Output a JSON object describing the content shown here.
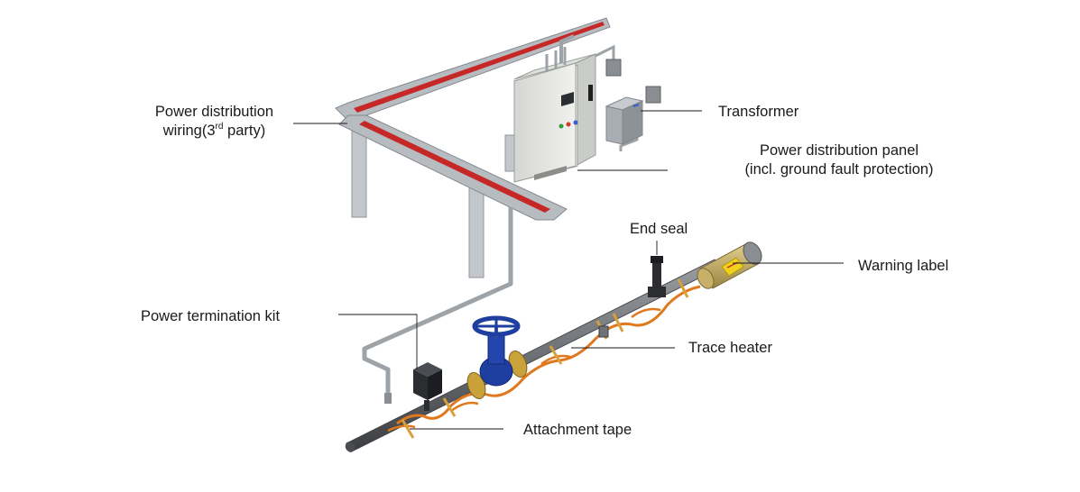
{
  "labels": {
    "power_distribution_wiring_line1": "Power distribution",
    "power_distribution_wiring_line2_pre": "wiring(3",
    "power_distribution_wiring_sup": "rd",
    "power_distribution_wiring_line2_post": " party)",
    "transformer": "Transformer",
    "power_distribution_panel_line1": "Power distribution panel",
    "power_distribution_panel_line2": "(incl. ground fault protection)",
    "end_seal": "End seal",
    "warning_label": "Warning label",
    "power_termination_kit": "Power termination kit",
    "trace_heater": "Trace heater",
    "attachment_tape": "Attachment tape"
  },
  "colors": {
    "tray": "#b7bcc1",
    "cable": "#c62828",
    "panel": "#e9ebe6",
    "pipe": "#6e7175",
    "heater": "#e0781e",
    "valve": "#1f3fa0",
    "flange": "#c9a23a",
    "insulation": "#c8b06a",
    "warning": "#f2d21a"
  }
}
